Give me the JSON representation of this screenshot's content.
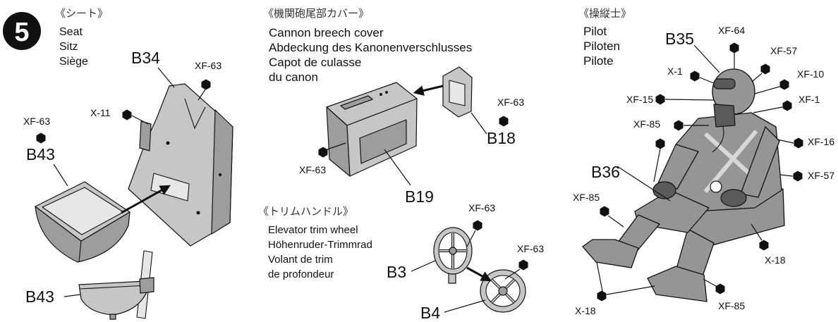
{
  "step": {
    "number": "5"
  },
  "seat": {
    "title": "《シート》",
    "names": [
      "Seat",
      "Sitz",
      "Siège"
    ],
    "parts": [
      "B34",
      "B43",
      "B43"
    ],
    "paints": [
      "XF-63",
      "X-11",
      "XF-63"
    ]
  },
  "cannon_cover": {
    "title": "《機関砲尾部カバー》",
    "names": [
      "Cannon breech cover",
      "Abdeckung des Kanonenverschlusses",
      "Capot de culasse",
      "du canon"
    ],
    "parts": [
      "B19",
      "B18"
    ],
    "paints": [
      "XF-63",
      "XF-63"
    ]
  },
  "trim_wheel": {
    "title": "《トリムハンドル》",
    "names": [
      "Elevator trim wheel",
      "Höhenruder-Trimmrad",
      "Volant de trim",
      "de profondeur"
    ],
    "parts": [
      "B3",
      "B4"
    ],
    "paints": [
      "XF-63",
      "XF-63"
    ]
  },
  "pilot": {
    "title": "《操縦士》",
    "names": [
      "Pilot",
      "Piloten",
      "Pilote"
    ],
    "parts": [
      "B35",
      "B36"
    ],
    "paints": [
      "XF-64",
      "XF-57",
      "X-1",
      "XF-10",
      "XF-15",
      "XF-1",
      "XF-85",
      "XF-16",
      "XF-57",
      "XF-85",
      "X-18",
      "X-18",
      "XF-85"
    ]
  },
  "colors": {
    "ink": "#111111",
    "part": "#c6c6c6",
    "part_dark": "#9d9d9d",
    "part_light": "#e6e6e6",
    "figure": "#959595",
    "figure_dark": "#5a5a5a"
  }
}
